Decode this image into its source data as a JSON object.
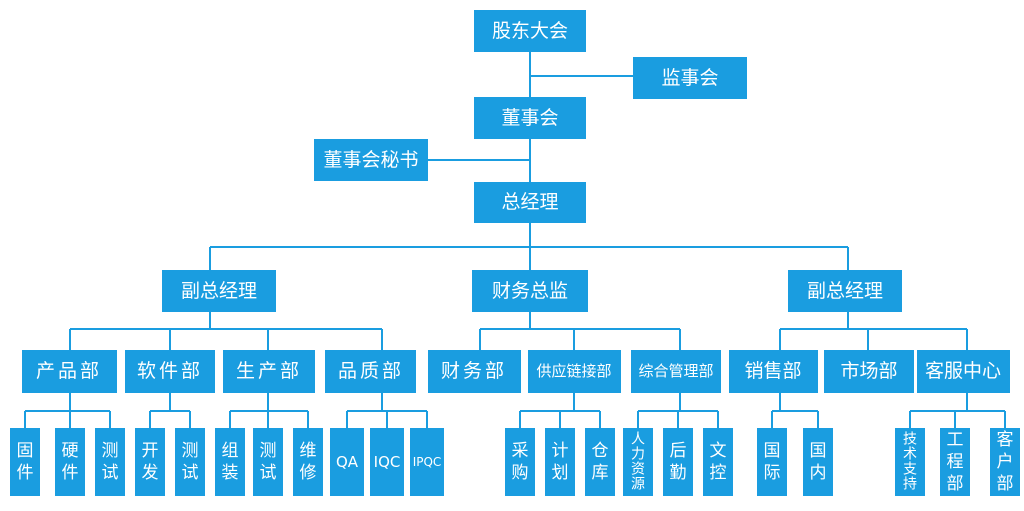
{
  "accent_color": "#1a9de0",
  "label_color": "#ffffff",
  "nodes": {
    "shareholders": "股东大会",
    "supervisors": "监事会",
    "board": "董事会",
    "board_secretary": "董事会秘书",
    "gm": "总经理",
    "vgm_left": "副总经理",
    "finance_director": "财务总监",
    "vgm_right": "副总经理",
    "product_dept": "产品部",
    "software_dept": "软件部",
    "production_dept": "生产部",
    "quality_dept": "品质部",
    "finance_dept": "财务部",
    "supply_chain_dept": "供应链接部",
    "general_mgmt_dept": "综合管理部",
    "sales_dept": "销售部",
    "market_dept": "市场部",
    "service_center": "客服中心",
    "firmware": "固件",
    "hardware": "硬件",
    "product_test": "测试",
    "dev": "开发",
    "software_test": "测试",
    "assembly": "组装",
    "production_test": "测试",
    "maintenance": "维修",
    "qa": "QA",
    "iqc": "IQC",
    "ipqc": "IPQC",
    "purchasing": "采购",
    "planning": "计划",
    "warehouse": "仓库",
    "hr": "人力资源",
    "logistics": "后勤",
    "admin_docs": "文控",
    "international": "国际",
    "domestic": "国内",
    "tech_support": "技术支持",
    "engineering": "工程部",
    "customer_dept": "客户部"
  }
}
